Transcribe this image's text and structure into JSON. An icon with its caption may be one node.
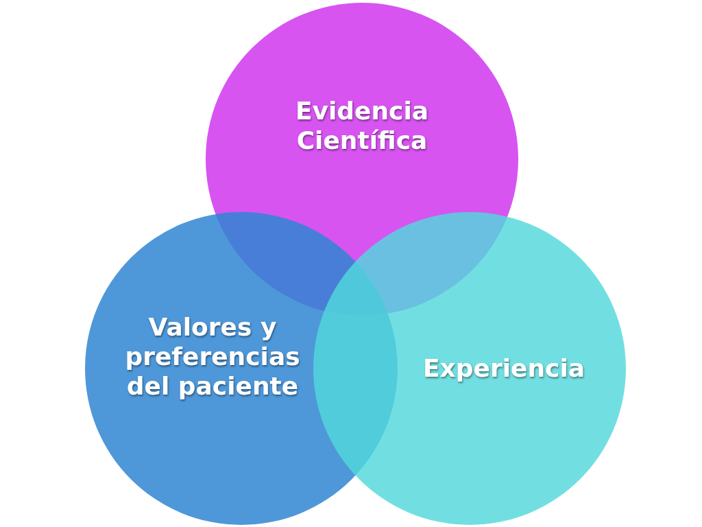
{
  "diagram": {
    "nodes": [
      {
        "text": [
          "Evidencia Científica"
        ]
      },
      {
        "text": [
          "Valores y preferencias del paciente"
        ]
      },
      {
        "text": [
          "Experiencia"
        ]
      }
    ],
    "edges": []
  }
}
